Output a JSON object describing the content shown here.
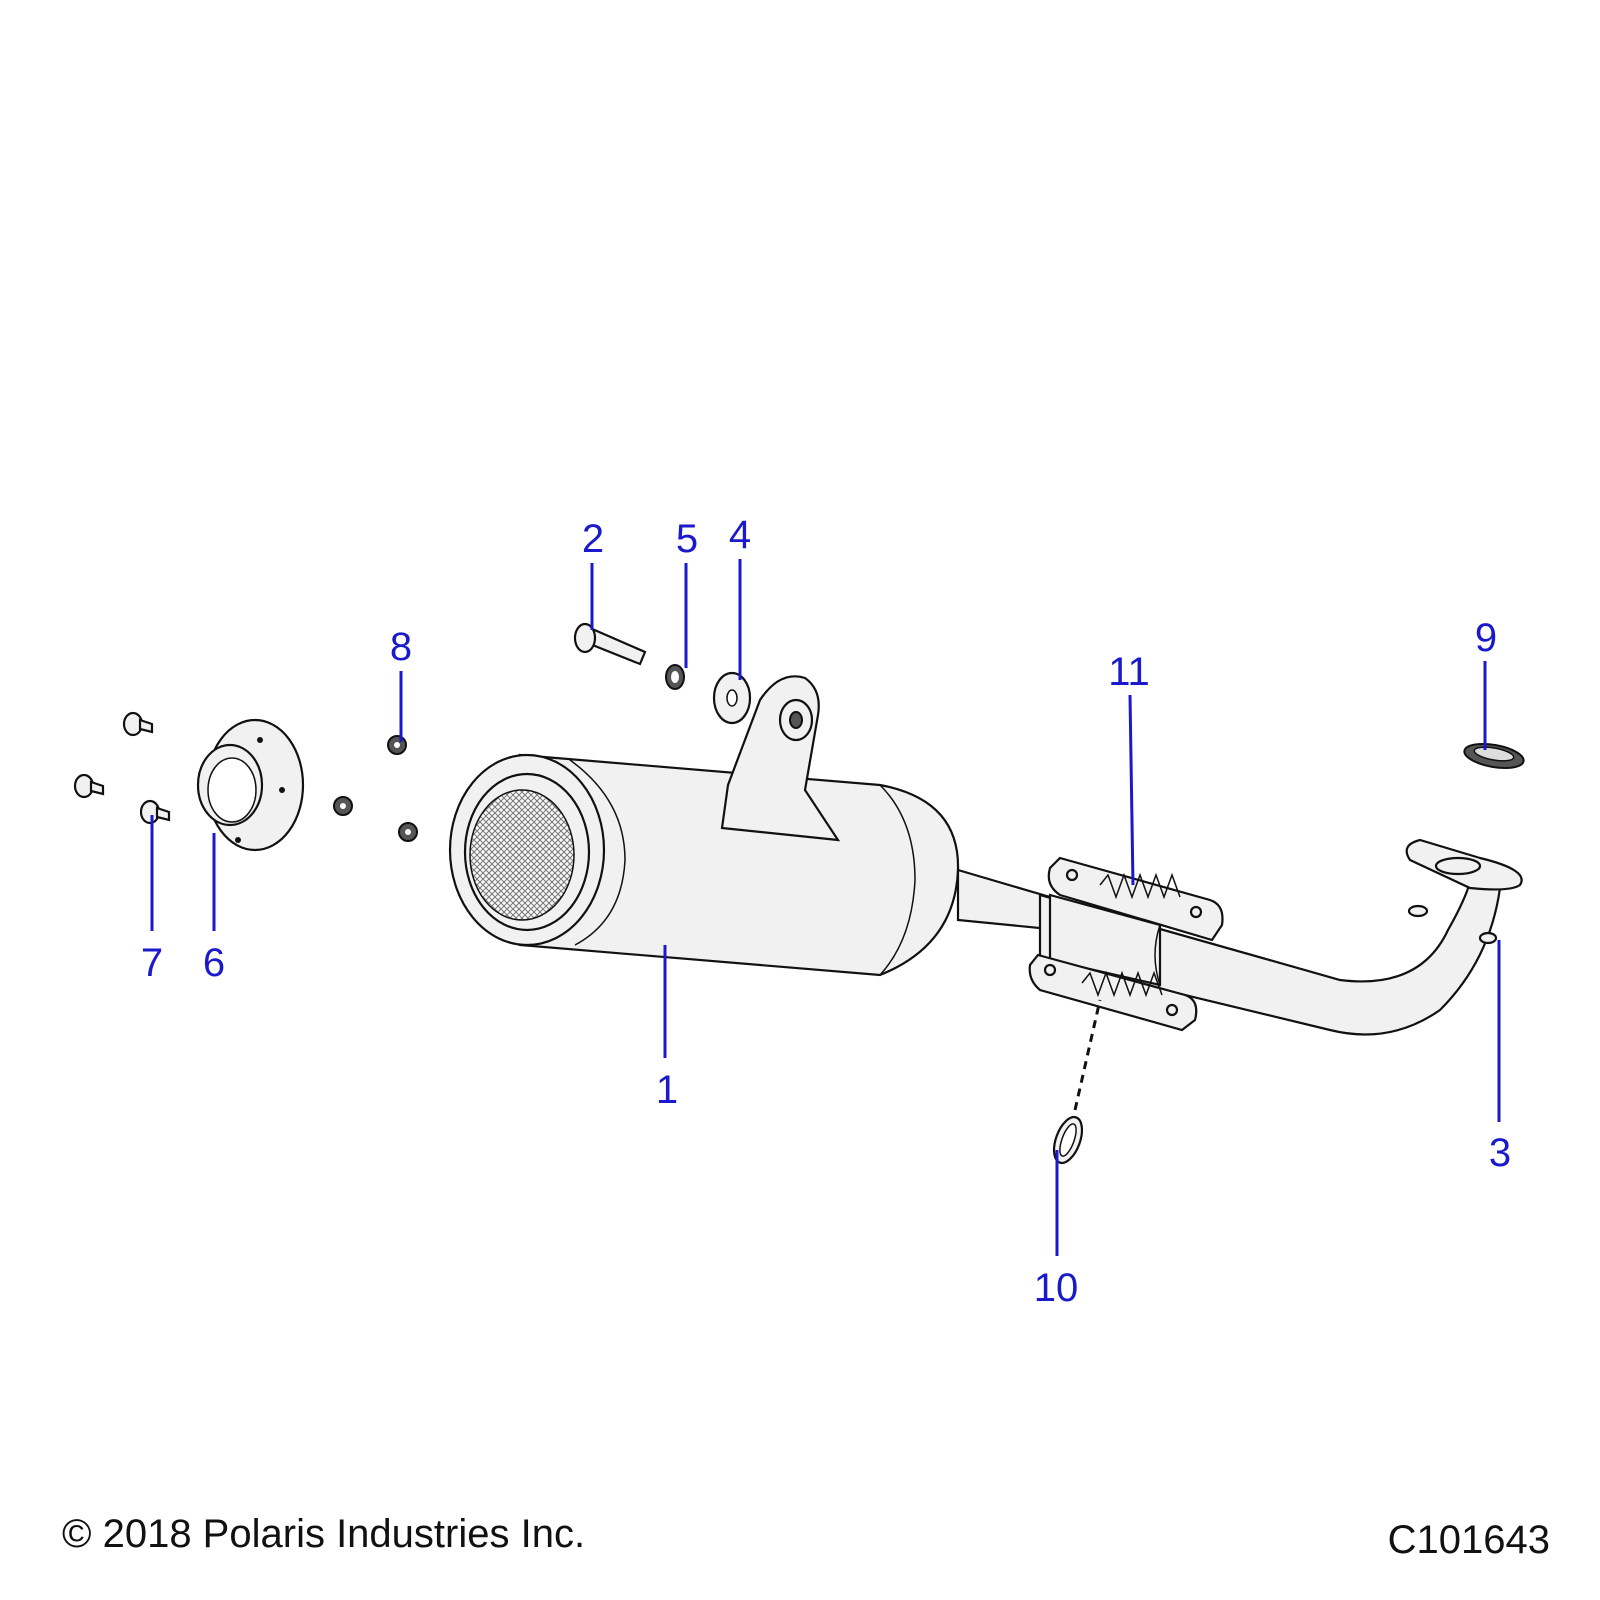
{
  "diagram": {
    "callouts": [
      {
        "id": "1",
        "label": "1"
      },
      {
        "id": "2",
        "label": "2"
      },
      {
        "id": "3",
        "label": "3"
      },
      {
        "id": "4",
        "label": "4"
      },
      {
        "id": "5",
        "label": "5"
      },
      {
        "id": "6",
        "label": "6"
      },
      {
        "id": "7",
        "label": "7"
      },
      {
        "id": "8",
        "label": "8"
      },
      {
        "id": "9",
        "label": "9"
      },
      {
        "id": "10",
        "label": "10"
      },
      {
        "id": "11",
        "label": "11"
      }
    ],
    "callout_color": "#1a1acc",
    "line_color": "#111111"
  },
  "footer": {
    "copyright": "© 2018 Polaris Industries Inc.",
    "drawing_id": "C101643"
  }
}
